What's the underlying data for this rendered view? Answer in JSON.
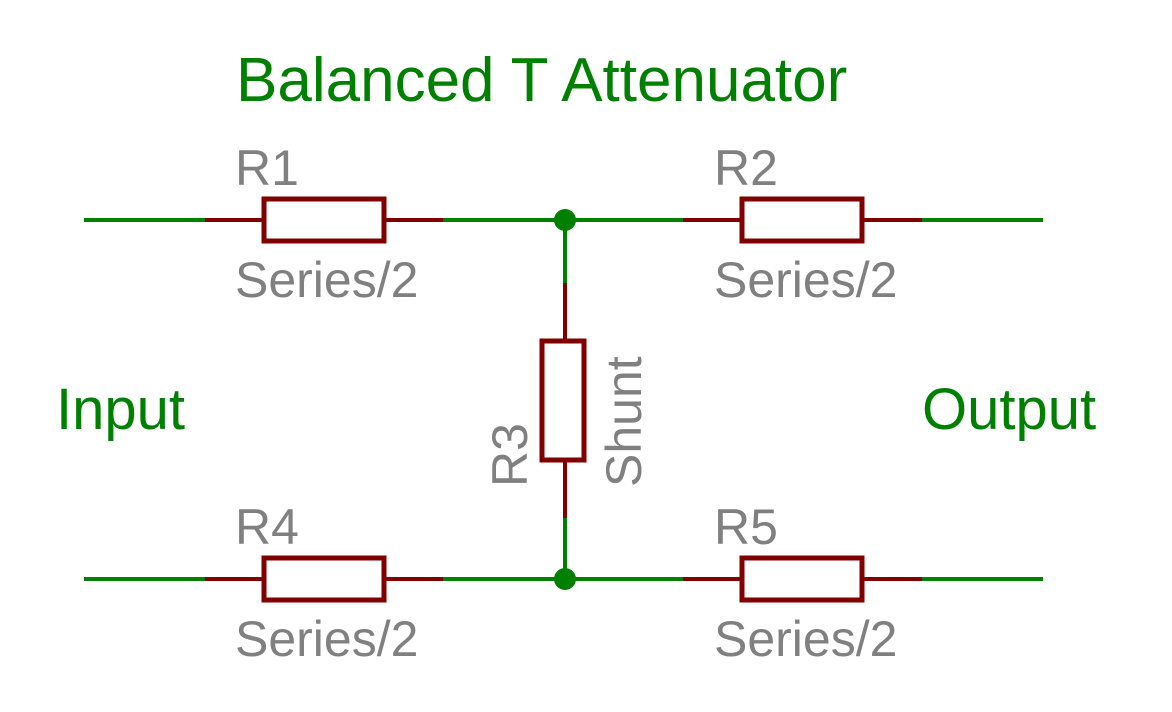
{
  "title": "Balanced T Attenuator",
  "input_label": "Input",
  "output_label": "Output",
  "colors": {
    "wire": "#008000",
    "resistor": "#800000",
    "label_text": "#808080",
    "title_text": "#008000",
    "background": "#ffffff"
  },
  "resistors": {
    "r1": {
      "ref": "R1",
      "value": "Series/2"
    },
    "r2": {
      "ref": "R2",
      "value": "Series/2"
    },
    "r3": {
      "ref": "R3",
      "value": "Shunt"
    },
    "r4": {
      "ref": "R4",
      "value": "Series/2"
    },
    "r5": {
      "ref": "R5",
      "value": "Series/2"
    }
  }
}
